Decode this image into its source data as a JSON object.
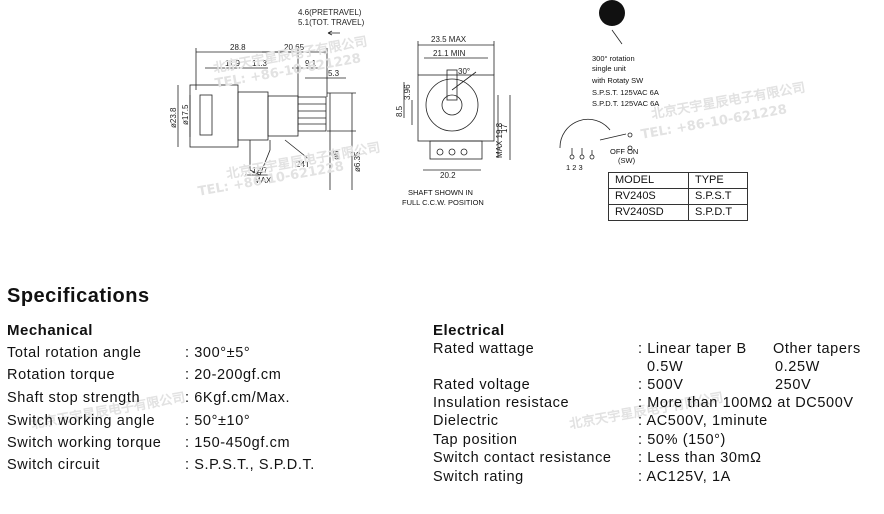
{
  "drawing": {
    "pretravel": "4.6(PRETRAVEL)",
    "tot_travel": "5.1(TOT. TRAVEL)",
    "dims": {
      "d28_8": "28.8",
      "d20_65": "20.65",
      "d11_9": "11.9",
      "d11_3": "11.3",
      "d9_1": "9.1",
      "d5_3": "5.3",
      "d23_8": "ø23.8",
      "d17_5": "ø17.5",
      "d12_7": "12.7",
      "max": "MAX",
      "d24t": "24T",
      "d6": "ø6",
      "d6_35": "ø6.35",
      "d23_5": "23.5 MAX",
      "d21_1": "21.1 MIN",
      "d30": "30°",
      "d3_96": "3.96",
      "d8_5": "8.5",
      "d17": "17",
      "d19_8": "MAX 19.8",
      "d20_2": "20.2"
    },
    "shaft_note": [
      "SHAFT SHOWN IN",
      "FULL C.C.W. POSITION"
    ],
    "switch_note": [
      "300° rotation",
      "single unit",
      "with Rotaty SW",
      "S.P.S.T. 125VAC 6A",
      "S.P.D.T. 125VAC 6A"
    ],
    "switch_label": [
      "OFF ON",
      "(SW)"
    ],
    "terminals": "1 2 3"
  },
  "watermarks": [
    "北京天宇星辰电子有限公司",
    "TEL: +86-10-621228"
  ],
  "model_table": {
    "headers": [
      "MODEL",
      "TYPE"
    ],
    "rows": [
      [
        "RV240S",
        "S.P.S.T"
      ],
      [
        "RV240SD",
        "S.P.D.T"
      ]
    ]
  },
  "specs": {
    "title": "Specifications",
    "mechanical": {
      "heading": "Mechanical",
      "rows": [
        {
          "label": "Total rotation angle",
          "value": ": 300°±5°"
        },
        {
          "label": "Rotation torque",
          "value": ": 20-200gf.cm"
        },
        {
          "label": "Shaft stop strength",
          "value": ": 6Kgf.cm/Max."
        },
        {
          "label": "Switch working angle",
          "value": ": 50°±10°"
        },
        {
          "label": "Switch working torque",
          "value": ": 150-450gf.cm"
        },
        {
          "label": "Switch circuit",
          "value": ": S.P.S.T., S.P.D.T."
        }
      ]
    },
    "electrical": {
      "heading": "Electrical",
      "rated_wattage": {
        "label": "Rated wattage",
        "col1": ": Linear taper B",
        "col2": "Other tapers",
        "col1b": "0.5W",
        "col2b": "0.25W"
      },
      "rows": [
        {
          "label": "Rated voltage",
          "value": ": 500V",
          "value2": "250V"
        },
        {
          "label": "Insulation resistace",
          "value": ": More than 100MΩ at DC500V",
          "value2": ""
        },
        {
          "label": "Dielectric",
          "value": ": AC500V, 1minute",
          "value2": ""
        },
        {
          "label": "Tap position",
          "value": ": 50% (150°)",
          "value2": ""
        },
        {
          "label": "Switch contact resistance",
          "value": ": Less than 30mΩ",
          "value2": ""
        },
        {
          "label": "Switch rating",
          "value": ": AC125V, 1A",
          "value2": ""
        }
      ]
    }
  }
}
